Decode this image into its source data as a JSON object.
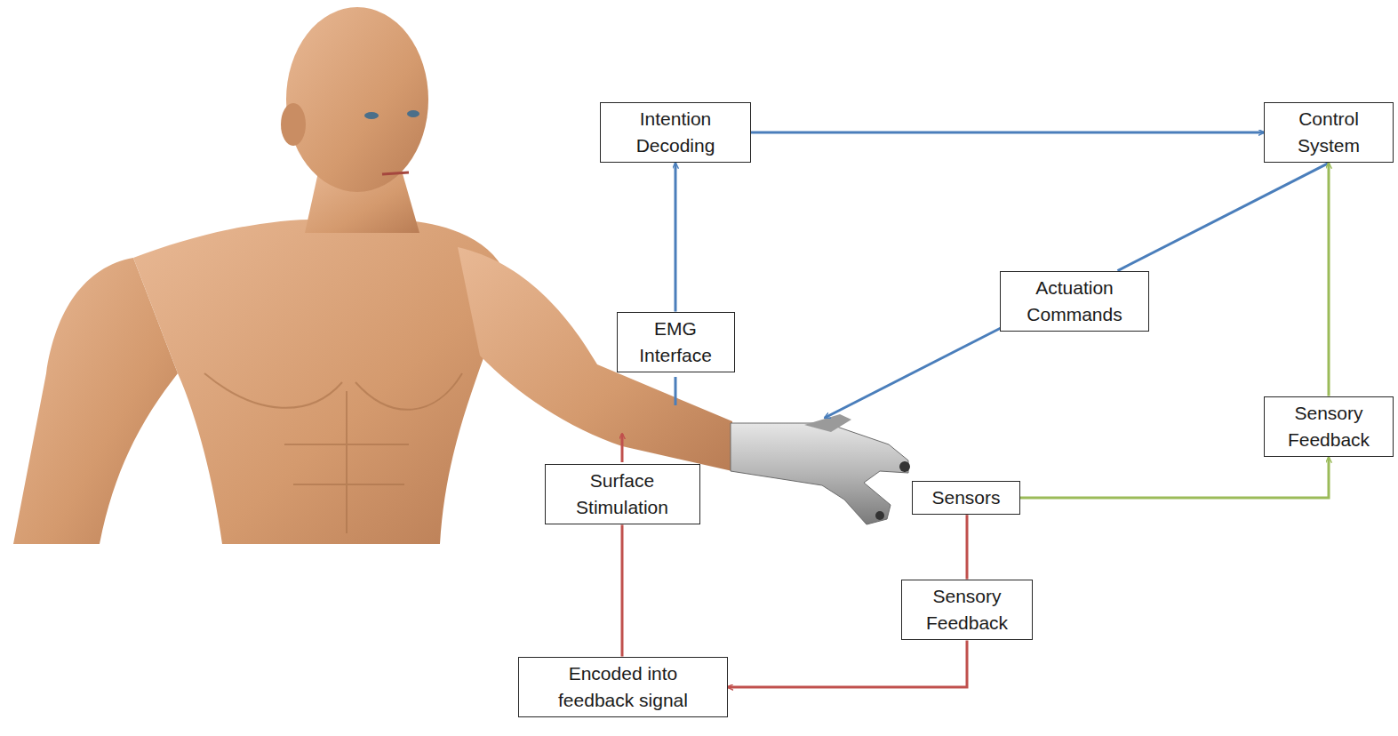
{
  "diagram": {
    "nodes": [
      {
        "text": [
          "Intention Decoding"
        ]
      },
      {
        "text": [
          "Control System"
        ]
      },
      {
        "text": [
          "Actuation Commands"
        ]
      },
      {
        "text": [
          "EMG Interface"
        ]
      },
      {
        "text": [
          "Sensory Feedback"
        ]
      },
      {
        "text": [
          "Surface Stimulation"
        ]
      },
      {
        "text": [
          "Sensors"
        ]
      },
      {
        "text": [
          "Sensory Feedback"
        ]
      },
      {
        "text": [
          "Encoded into feedback signal"
        ]
      }
    ],
    "edges": [
      {
        "from": 3,
        "to": 0,
        "arrow": "to"
      },
      {
        "from": 0,
        "to": 1,
        "arrow": "to"
      },
      {
        "from": 1,
        "to": 2,
        "arrow": "none"
      },
      {
        "from": 6,
        "to": 4,
        "arrow": "to"
      },
      {
        "from": 4,
        "to": 1,
        "arrow": "to"
      },
      {
        "from": 6,
        "to": 7,
        "arrow": "none"
      },
      {
        "from": 7,
        "to": 8,
        "arrow": "to"
      },
      {
        "from": 8,
        "to": 5,
        "arrow": "none"
      }
    ]
  }
}
